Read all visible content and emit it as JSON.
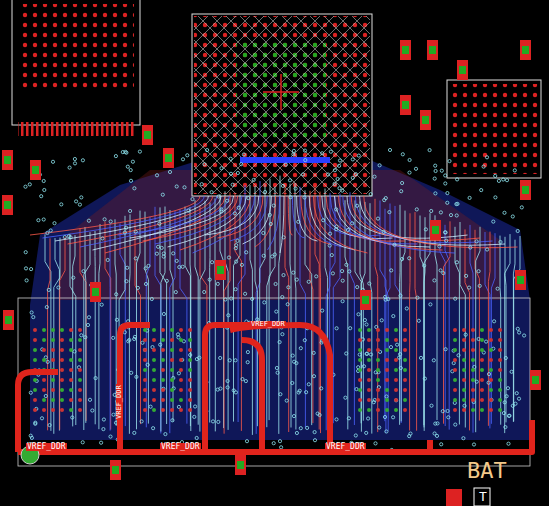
{
  "diagram": {
    "labels": [
      "VREF_DDR",
      "VREF_DDR",
      "VREF_DDR",
      "VREF_DDR",
      "VREF_DDR",
      "BAT",
      "T"
    ]
  }
}
